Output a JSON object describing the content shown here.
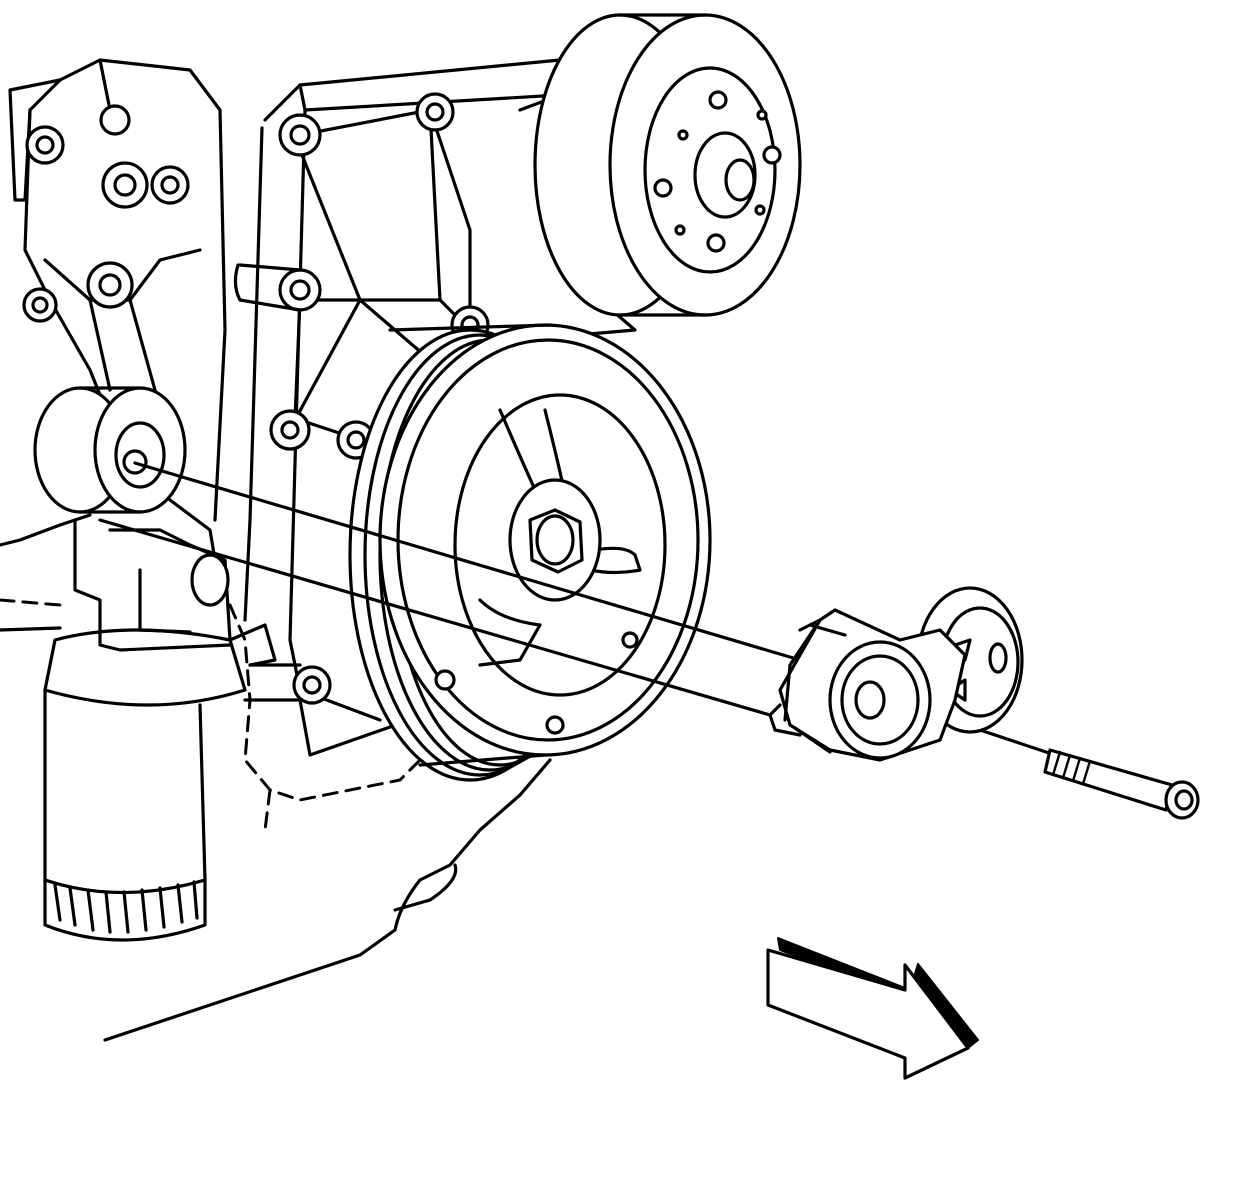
{
  "figure": {
    "type": "line-art service illustration",
    "colors": {
      "line": "#000000",
      "background": "#ffffff"
    },
    "parts": [
      "bracket-assembly",
      "engine-front-cover",
      "upper-pulley",
      "crankshaft-balancer",
      "oil-filter",
      "belt-tensioner",
      "tensioner-bolt",
      "direction-arrow",
      "leader-line"
    ]
  }
}
